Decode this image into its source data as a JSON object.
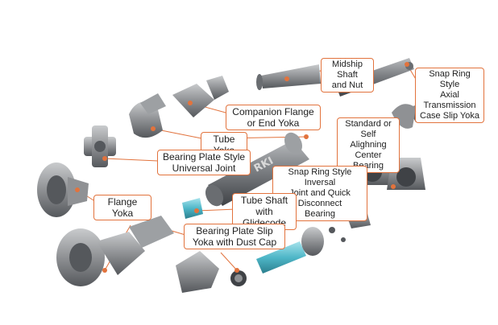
{
  "accent_color": "#e2733d",
  "part_color": "#8f9194",
  "spline_color": "#4fb7c8",
  "logo_text": "RKI",
  "labels": {
    "midship_shaft": [
      "Midship Shaft",
      "and Nut"
    ],
    "snap_ring_slip_yoka": [
      "Snap Ring Style",
      "Axial Transmission",
      "Case Slip Yoka"
    ],
    "companion_flange": [
      "Companion Flange",
      "or End Yoka"
    ],
    "tube_yoka": [
      "Tube Yoka"
    ],
    "center_bearing": [
      "Standard or Self",
      "Alighning",
      "Center Bearing"
    ],
    "bearing_plate_universal": [
      "Bearing Plate Style",
      "Universal Joint"
    ],
    "snap_ring_universal": [
      "Snap Ring Style Inversal",
      "Joint and Quick Disconnect",
      "Bearing"
    ],
    "flange_yoka": [
      "Flange Yoka"
    ],
    "tube_shaft": [
      "Tube Shaft",
      "with Glidecode"
    ],
    "slip_yoka_dust_cap": [
      "Bearing Plate Slip",
      "Yoka with Dust Cap"
    ]
  }
}
